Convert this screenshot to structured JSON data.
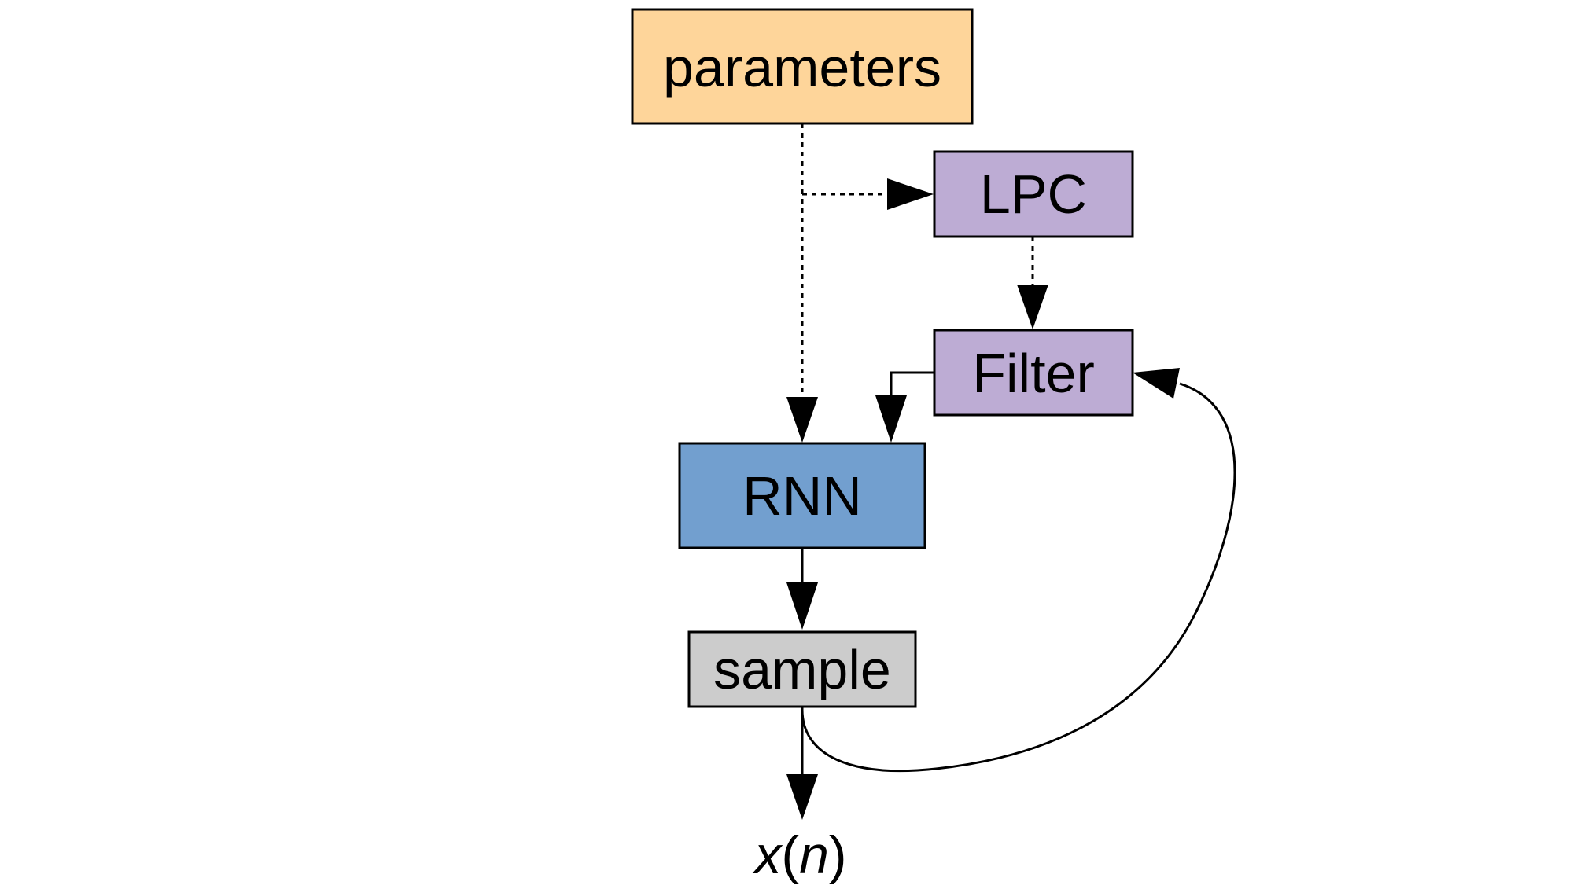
{
  "nodes": {
    "parameters": {
      "label": "parameters",
      "fill": "#fed59a"
    },
    "lpc": {
      "label": "LPC",
      "fill": "#bdacd4"
    },
    "filter": {
      "label": "Filter",
      "fill": "#bdacd4"
    },
    "rnn": {
      "label": "RNN",
      "fill": "#729fcf"
    },
    "sample": {
      "label": "sample",
      "fill": "#cccccc"
    }
  },
  "output": {
    "var": "x",
    "open": "(",
    "arg": "n",
    "close": ")"
  },
  "edges": [
    {
      "from": "parameters",
      "to": "lpc",
      "style": "dotted"
    },
    {
      "from": "parameters",
      "to": "rnn",
      "style": "dotted"
    },
    {
      "from": "lpc",
      "to": "filter",
      "style": "dotted"
    },
    {
      "from": "filter",
      "to": "rnn",
      "style": "solid"
    },
    {
      "from": "rnn",
      "to": "sample",
      "style": "solid"
    },
    {
      "from": "sample",
      "to": "output",
      "style": "solid"
    },
    {
      "from": "sample",
      "to": "filter",
      "style": "solid"
    }
  ]
}
